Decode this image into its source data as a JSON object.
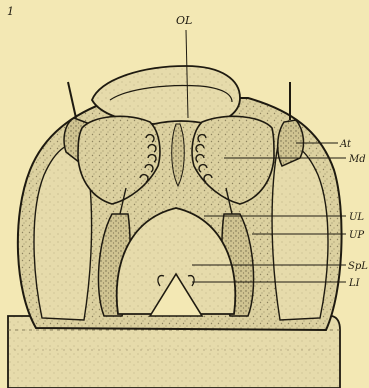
{
  "figure": {
    "number": "1",
    "labels": {
      "ol": "OL",
      "at": "At",
      "md": "Md",
      "ul": "UL",
      "up": "UP",
      "sp": "SpL",
      "li": "LI"
    }
  },
  "colors": {
    "paper": "#f3e8b4",
    "ink": "#1e1a10",
    "stipple_light": "#ded3a3",
    "stipple_dark": "#c9bd8c"
  }
}
